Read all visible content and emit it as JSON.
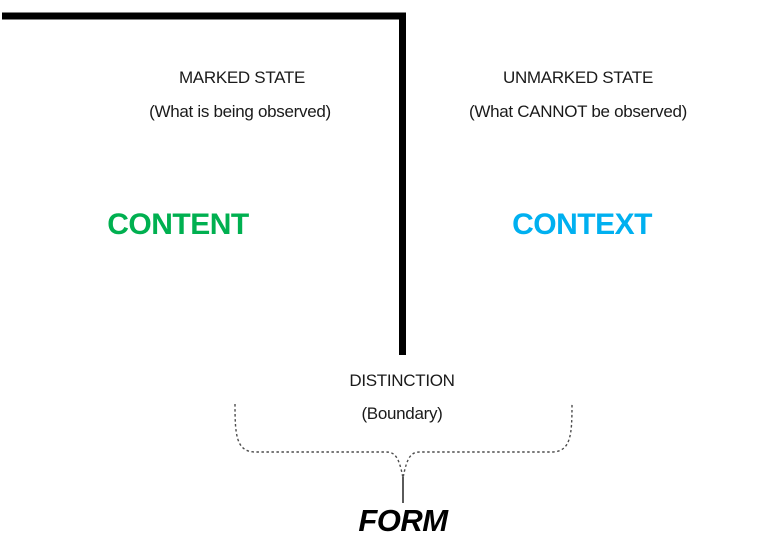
{
  "diagram": {
    "left_region": {
      "state_label": "MARKED STATE",
      "state_description": "(What is being observed)",
      "term": "CONTENT",
      "term_color": "#00B050"
    },
    "right_region": {
      "state_label": "UNMARKED STATE",
      "state_description": "(What CANNOT be observed)",
      "term": "CONTEXT",
      "term_color": "#00B0F0"
    },
    "boundary": {
      "label": "DISTINCTION",
      "description": "(Boundary)"
    },
    "form": {
      "label": "FORM"
    },
    "colors": {
      "mark_line": "#000000",
      "text": "#1a1a1a",
      "brace": "#4d4d4d",
      "leader_line": "#000000"
    }
  }
}
